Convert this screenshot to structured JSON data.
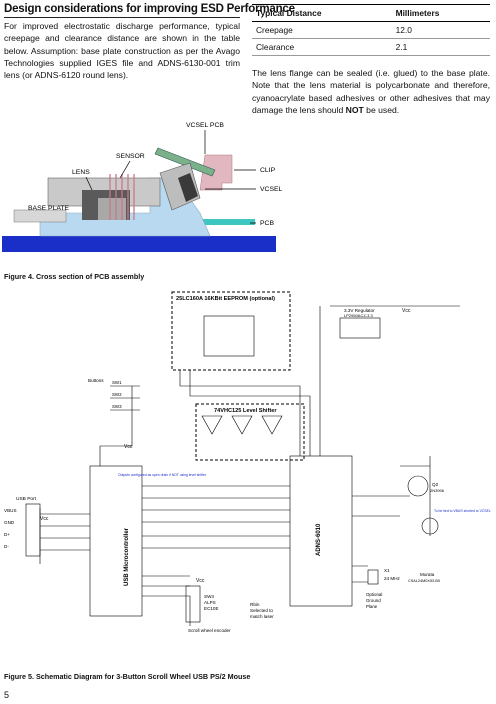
{
  "heading": "Design considerations for improving ESD Performance",
  "intro_paragraph": "For improved electrostatic discharge performance, typical creepage and clearance distance are shown in the table below. Assumption: base plate construction as per the Avago Technologies supplied IGES file and ADNS-6130-001 trim lens (or ADNS-6120 round lens).",
  "table": {
    "headers": [
      "Typical Distance",
      "Millimeters"
    ],
    "rows": [
      [
        "Creepage",
        "12.0"
      ],
      [
        "Clearance",
        "2.1"
      ]
    ]
  },
  "lens_paragraph_before_not": "The lens flange can be sealed (i.e. glued) to the base plate. Note that the lens material is polycarbonate and therefore, cyanoacrylate based adhesives or other adhesives that may damage the lens should ",
  "lens_paragraph_not": "NOT",
  "lens_paragraph_after_not": " be used.",
  "figure4": {
    "labels": {
      "vcsel_pcb": "VCSEL PCB",
      "sensor": "SENSOR",
      "lens": "LENS",
      "clip": "CLIP",
      "vcsel": "VCSEL",
      "base_plate": "BASE PLATE",
      "pcb": "PCB"
    },
    "caption": "Figure 4. Cross section of PCB assembly"
  },
  "figure5": {
    "eeprom_title": "25LC160A 16KBit EEPROM (optional)",
    "shifter_title": "74VHC125 Level Shifter",
    "regulator_title": "3.3V Regulator",
    "regulator_part": "LP2950ACZ-3.3",
    "mcu_label": "USB Microcontroller",
    "sensor_label": "ADNS-6010",
    "usb_port": "USB Port",
    "usb_pins": [
      "VBUS",
      "GND",
      "D+",
      "D-"
    ],
    "vcc": "Vcc",
    "buttons_label": "Buttons",
    "switches": [
      "SW1",
      "SW2",
      "SW3"
    ],
    "note_configured": "Outputs configured as open drain if NOT using level shifter",
    "note_laser": "To be tied to VBUS shorted to VCSEL",
    "encoder": "Scroll wheel encoder",
    "sw4": [
      "SW4",
      "ALPS",
      "EC10E"
    ],
    "rbin": [
      "Rbin",
      "Selected to",
      "match laser"
    ],
    "optional_ground_plane": [
      "Optional",
      "Ground",
      "Plane"
    ],
    "crystal": [
      "X1",
      "24 MHz"
    ],
    "murata": [
      "Murata",
      "CSAL24M0X53-B0"
    ],
    "q2": "Q2",
    "q2_part": "2N3906",
    "caption": "Figure 5. Schematic Diagram for 3-Button Scroll Wheel USB PS/2 Mouse"
  },
  "page_number": "5"
}
